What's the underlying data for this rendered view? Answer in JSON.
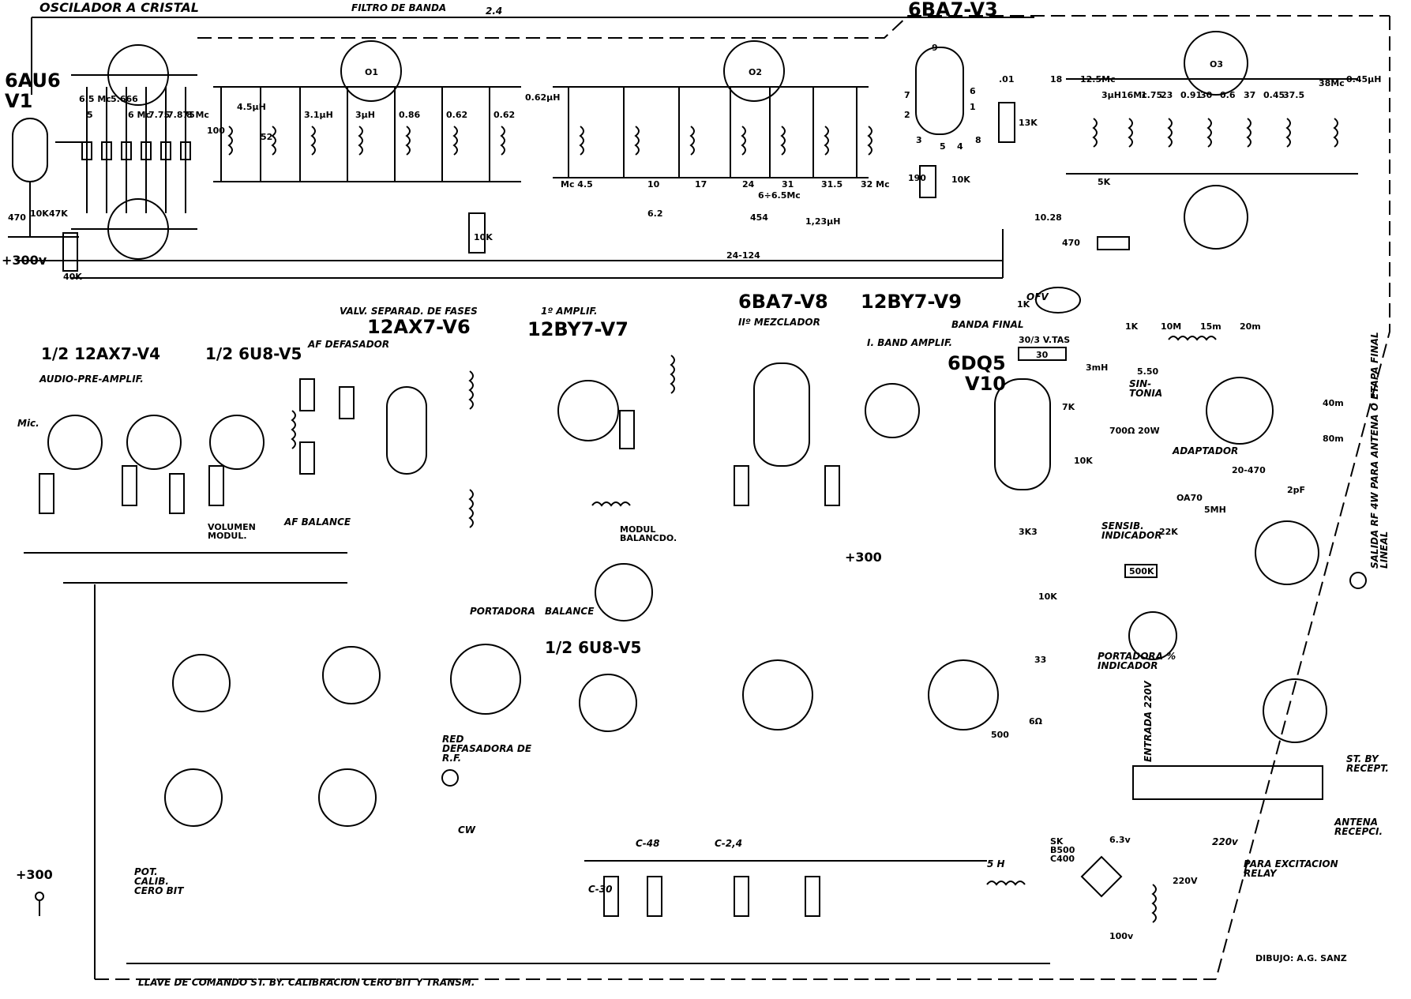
{
  "header": {
    "crystal_osc": "OSCILADOR A CRISTAL",
    "band_filter": "FILTRO DE BANDA",
    "coupling_cap": "2.4",
    "v3": "6BA7-V3"
  },
  "tubes": {
    "v1_type": "6AU6",
    "v1_id": "V1",
    "v4": "1/2 12AX7-V4",
    "v5a": "1/2 6U8-V5",
    "v6_caption": "VALV. SEPARAD. DE FASES",
    "v6": "12AX7-V6",
    "v7_caption": "1º AMPLIF.",
    "v7": "12BY7-V7",
    "v8": "6BA7-V8",
    "v9": "12BY7-V9",
    "v10_type": "6DQ5",
    "v10_id": "V10",
    "v5b": "1/2 6U8-V5"
  },
  "sections": {
    "audio_preamp": "AUDIO-PRE-AMPLIF.",
    "af_phase_shifter": "AF DEFASADOR",
    "af_balance": "AF BALANCE",
    "second_mixer": "IIº MEZCLADOR",
    "band_amp": "I. BAND AMPLIF.",
    "final_band": "BANDA FINAL",
    "carrier": "PORTADORA",
    "balance": "BALANCE",
    "rf_phase_net": "RED DEFASADORA DE R.F.",
    "sensitivity": "SENSIB. INDICADOR",
    "carrier_pct": "PORTADORA % INDICADOR",
    "tuning": "SIN-TONIA",
    "adapter": "ADAPTADOR",
    "rf_output": "SALIDA RF 4W PARA ANTENA O ETAPA FINAL LINEAL",
    "relay": "PARA EXCITACION RELAY",
    "mains_in": "ENTRADA 220V",
    "rx_st_by": "ST. BY RECEPT.",
    "antenna_rx": "ANTENA RECEPCI.",
    "pot_calib": "POT. CALIB. CERO BIT",
    "switch_key": "LLAVE DE COMANDO ST. BY. CALIBRACION CERO BIT Y TRANSM.",
    "drawn_by": "DIBUJO: A.G. SANZ",
    "ofv": "OFV",
    "mic": "Mic.",
    "cw": "CW",
    "modul_balanc": "MODUL BALANCDO.",
    "volumen": "VOLUMEN MODUL."
  },
  "supplies": {
    "b_plus": "+300v",
    "b_plus_mid": "+300",
    "b_plus_left": "+300",
    "c48": "C-48",
    "c24": "C-2,4",
    "c30": "C-30",
    "ac_220": "220v",
    "choke": "5 H",
    "bridge": "SK B500 C400",
    "v6_3": "6.3v",
    "v100": "100v",
    "v220": "220V"
  },
  "crystals": [
    "5",
    "5.666",
    "6 Mc",
    "7.75",
    "7.875",
    "8 Mc",
    "6.5 Mc"
  ],
  "filter_values": [
    "100",
    "4.5µH",
    "52",
    "3.1µH",
    "3µH",
    "0.86",
    "0.62",
    "0.62",
    "0.62µH"
  ],
  "v3_values": [
    "9",
    "7",
    "2",
    "6",
    "1",
    "3",
    "5",
    "4",
    "8",
    ".01",
    "18",
    "13K",
    "190",
    "10K",
    "10.28"
  ],
  "mixer_values": [
    "Mc 4.5",
    "10",
    "17",
    "24",
    "31",
    "31.5",
    "32 Mc",
    "6÷6.5Mc",
    "454",
    "1,23µH",
    "24-124"
  ],
  "band_values": [
    "12.5Mc",
    "3µH",
    "16Mc",
    "1.75",
    "23",
    "0.91",
    "30",
    "0.6",
    "37",
    "0.45",
    "37.5",
    "38Mc",
    "0.45µH"
  ],
  "misc_values": [
    "470",
    "1K",
    "10K",
    "40K",
    "47K",
    "10K",
    "6.2",
    "470",
    "O1",
    "O2",
    "O3",
    "5K"
  ],
  "v10_values": [
    "30/3 V.TAS",
    "30",
    "3mH",
    "1K",
    "10M",
    "15m",
    "20m",
    "40m",
    "80m",
    "5.50",
    "20-470",
    "7K",
    "700Ω 20W",
    "10K",
    "3K3",
    "10K",
    "33",
    "500",
    "6Ω"
  ],
  "indicator_values": [
    "OA70",
    "2pF",
    "5MH",
    "22K",
    "500K"
  ]
}
